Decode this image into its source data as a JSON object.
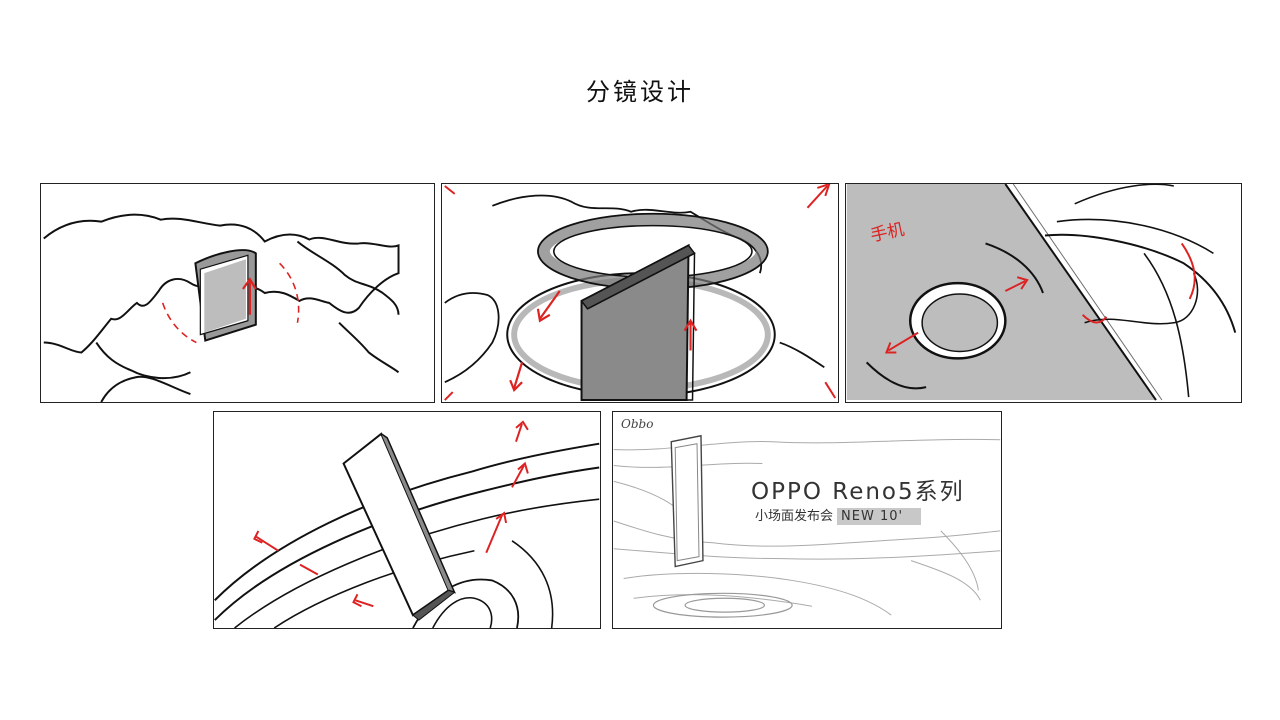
{
  "page": {
    "title": "分镜设计"
  },
  "panels": [
    {
      "id": "panel-1"
    },
    {
      "id": "panel-2"
    },
    {
      "id": "panel-3",
      "annotation": "手机"
    },
    {
      "id": "panel-4"
    },
    {
      "id": "panel-5",
      "brand_sketch": "Obbo",
      "product_title": "OPPO Reno5系列",
      "subtitle": "小场面发布会",
      "badge": "NEW 10'"
    }
  ],
  "colors": {
    "arrow": "#dd2222",
    "line": "#111111",
    "phone_fill": "#8a8a8a",
    "shade": "#bdbdbd",
    "badge_bg": "#c8c8c8"
  }
}
